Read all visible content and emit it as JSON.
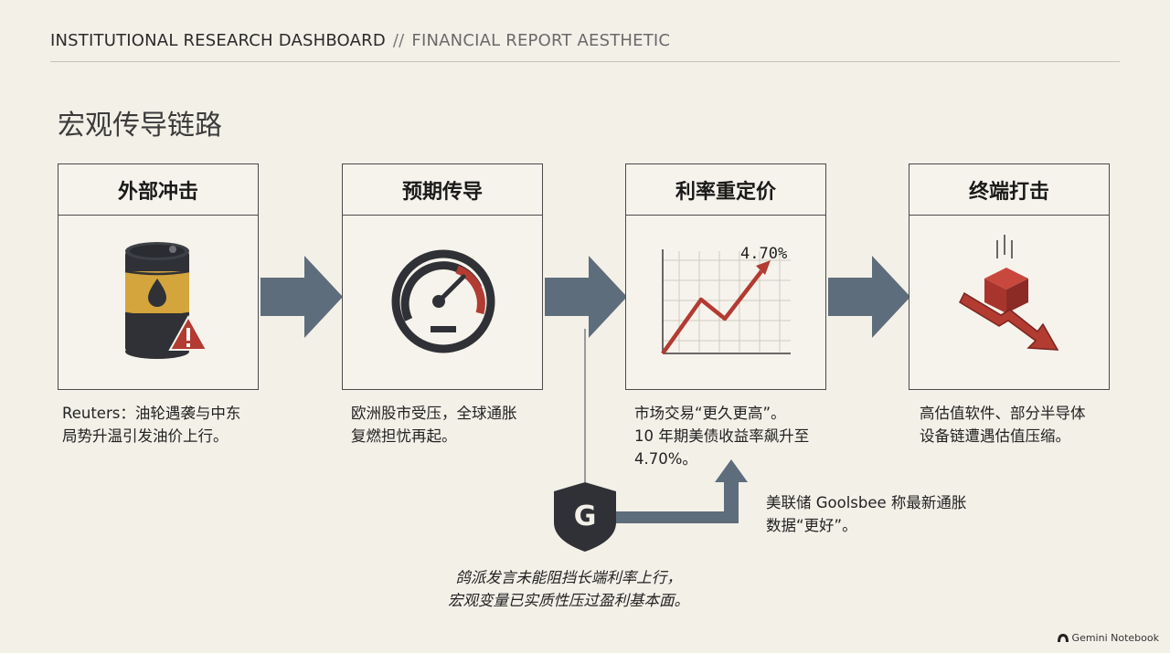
{
  "header": {
    "title": "INSTITUTIONAL RESEARCH DASHBOARD",
    "separator": "//",
    "subtitle": "FINANCIAL REPORT AESTHETIC"
  },
  "page_title": "宏观传导链路",
  "stages": [
    {
      "title": "外部冲击",
      "icon": "oil-barrel-warning-icon",
      "desc_lines": [
        "Reuters：油轮遇袭与中东",
        "局势升温引发油价上行。"
      ]
    },
    {
      "title": "预期传导",
      "icon": "speedometer-gauge-icon",
      "desc_lines": [
        "欧洲股市受压，全球通胀",
        "复燃担忧再起。"
      ]
    },
    {
      "title": "利率重定价",
      "icon": "rising-line-chart-icon",
      "chart_label": "4.70%",
      "desc_lines": [
        "市场交易“更久更高”。",
        "10 年期美债收益率飙升至",
        "4.70%。"
      ]
    },
    {
      "title": "终端打击",
      "icon": "falling-block-arrow-icon",
      "desc_lines": [
        "高估值软件、部分半导体",
        "设备链遭遇估值压缩。"
      ]
    }
  ],
  "fed_note": {
    "icon": "shield-g-icon",
    "lines": [
      "美联储 Goolsbee 称最新通胀",
      "数据“更好”。"
    ]
  },
  "conclusion_lines": [
    "鸽派发言未能阻挡长端利率上行，",
    "宏观变量已实质性压过盈利基本面。"
  ],
  "brand": "Gemini Notebook",
  "colors": {
    "background": "#f3f0e8",
    "arrow": "#5e6d7b",
    "accent_red": "#b23b32",
    "barrel_gold": "#d4a53c",
    "barrel_dark": "#2f3136"
  }
}
